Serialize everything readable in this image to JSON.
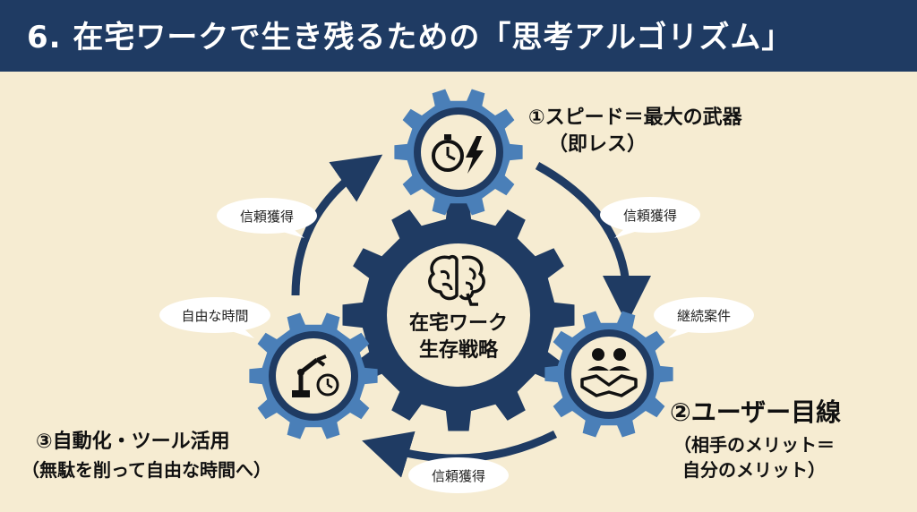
{
  "title": "6. 在宅ワークで生き残るための「思考アルゴリズム」",
  "center": {
    "line1": "在宅ワーク",
    "line2": "生存戦略",
    "icon": "brain-icon"
  },
  "gears": {
    "speed": {
      "title": "①スピード＝最大の武器",
      "sub": "（即レス）",
      "icon": "stopwatch-lightning-icon"
    },
    "user": {
      "title": "②ユーザー目線",
      "sub1": "（相手のメリット＝",
      "sub2": "自分のメリット）",
      "icon": "handshake-people-icon"
    },
    "automation": {
      "title": "③自動化・ツール活用",
      "sub": "（無駄を削って自由な時間へ）",
      "icon": "robot-arm-clock-icon"
    }
  },
  "bubbles": {
    "top_left": "信頼獲得",
    "top_right": "信頼獲得",
    "right": "継続案件",
    "left": "自由な時間",
    "bottom": "信頼獲得"
  },
  "colors": {
    "header": "#1f3b63",
    "background": "#f6ecd2",
    "gear_dark": "#1f3b63",
    "gear_light": "#4a7fb8",
    "arrow": "#1f3b63"
  }
}
